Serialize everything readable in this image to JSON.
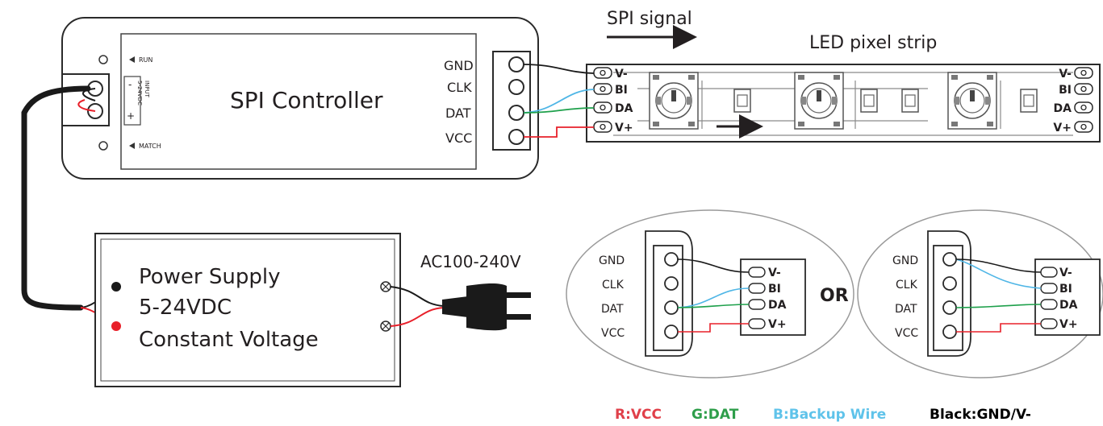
{
  "signal": {
    "label": "SPI signal"
  },
  "strip": {
    "label": "LED pixel strip",
    "left_pads": [
      "V-",
      "BI",
      "DA",
      "V+"
    ],
    "right_pads": [
      "V-",
      "BI",
      "DA",
      "V+"
    ]
  },
  "controller": {
    "title": "SPI Controller",
    "indicators": [
      "RUN",
      "MATCH"
    ],
    "input_label": "INPUT\n5-24VDC",
    "input_minus": "-",
    "input_plus": "+",
    "terminals": [
      "GND",
      "CLK",
      "DAT",
      "VCC"
    ]
  },
  "power_supply": {
    "lines": [
      "Power Supply",
      "5-24VDC",
      "Constant Voltage"
    ]
  },
  "mains": {
    "label": "AC100-240V"
  },
  "variants": {
    "or_label": "OR",
    "controller_terminals": [
      "GND",
      "CLK",
      "DAT",
      "VCC"
    ],
    "strip_pads": [
      "V-",
      "BI",
      "DA",
      "V+"
    ]
  },
  "legend": [
    {
      "text": "R:VCC",
      "color": "#e0404a"
    },
    {
      "text": "G:DAT",
      "color": "#2e9e4a"
    },
    {
      "text": "B:Backup Wire",
      "color": "#5fc3ea"
    },
    {
      "text": "Black:GND/V-",
      "color": "#000000"
    }
  ],
  "wire_colors": {
    "red": "#e8202a",
    "green": "#1ea04b",
    "blue": "#4fb6e6",
    "black": "#1a1a1a"
  }
}
